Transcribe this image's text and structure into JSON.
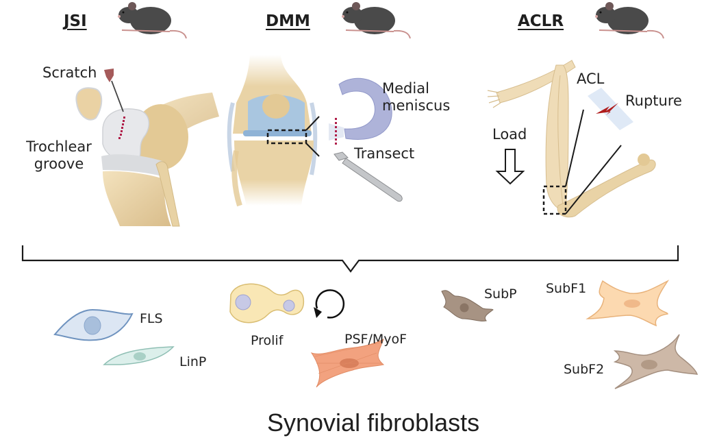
{
  "models": [
    {
      "id": "jsi",
      "title": "JSI",
      "labels": {
        "tool": "Scratch",
        "site": "Trochlear\ngroove",
        "site_line1": "Trochlear",
        "site_line2": "groove"
      }
    },
    {
      "id": "dmm",
      "title": "DMM",
      "labels": {
        "structure_line1": "Medial",
        "structure_line2": "meniscus",
        "tool": "Transect"
      }
    },
    {
      "id": "aclr",
      "title": "ACLR",
      "labels": {
        "ligament": "ACL",
        "injury": "Rupture",
        "force": "Load"
      }
    }
  ],
  "cells": [
    {
      "id": "fls",
      "label": "FLS",
      "color": "#dce6f3",
      "stroke": "#6f93bf"
    },
    {
      "id": "linp",
      "label": "LinP",
      "color": "#dcefeb",
      "stroke": "#8fbfb4"
    },
    {
      "id": "prolif",
      "label": "Prolif",
      "color": "#f9e7b5",
      "stroke": "#d9bd72"
    },
    {
      "id": "psf-myof",
      "label": "PSF/MyoF",
      "color": "#f2a27f",
      "stroke": "#e08a63"
    },
    {
      "id": "subp",
      "label": "SubP",
      "color": "#a79383",
      "stroke": "#7f6c5d"
    },
    {
      "id": "subf1",
      "label": "SubF1",
      "color": "#fcd9b0",
      "stroke": "#e8b27a"
    },
    {
      "id": "subf2",
      "label": "SubF2",
      "color": "#cdb8a7",
      "stroke": "#a48f7f"
    }
  ],
  "footer": {
    "title": "Synovial fibroblasts"
  },
  "colors": {
    "bone": "#e9d3a6",
    "cartilage": "#e4e6ea",
    "meniscus_blue": "#a9c6e0",
    "meniscus_purple": "#aeb3d9",
    "mouse": "#4a4a4a",
    "lesion": "#b01f4a",
    "text": "#1f1f1f"
  }
}
